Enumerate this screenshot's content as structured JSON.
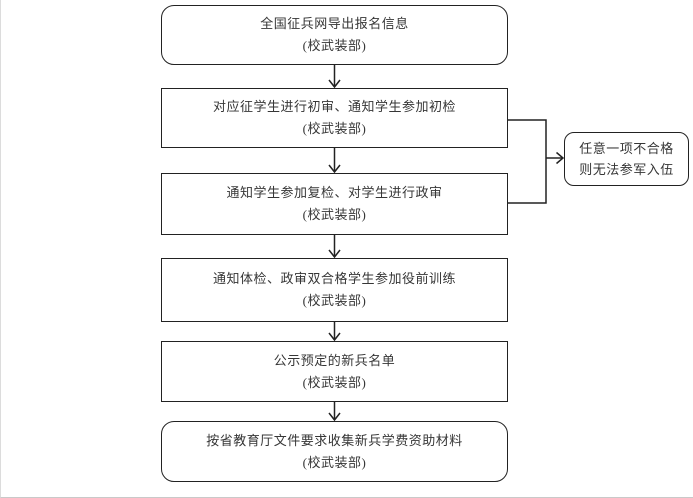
{
  "flowchart": {
    "steps": [
      {
        "line1": "全国征兵网导出报名信息",
        "line2": "(校武装部)"
      },
      {
        "line1": "对应征学生进行初审、通知学生参加初检",
        "line2": "(校武装部)"
      },
      {
        "line1": "通知学生参加复检、对学生进行政审",
        "line2": "(校武装部)"
      },
      {
        "line1": "通知体检、政审双合格学生参加役前训练",
        "line2": "(校武装部)"
      },
      {
        "line1": "公示预定的新兵名单",
        "line2": "(校武装部)"
      },
      {
        "line1": "按省教育厅文件要求收集新兵学费资助材料",
        "line2": "(校武装部)"
      }
    ],
    "side_note": {
      "line1": "任意一项不合格",
      "line2": "则无法参军入伍"
    },
    "colors": {
      "line": "#222222",
      "text": "#363636",
      "background": "#ffffff"
    }
  }
}
